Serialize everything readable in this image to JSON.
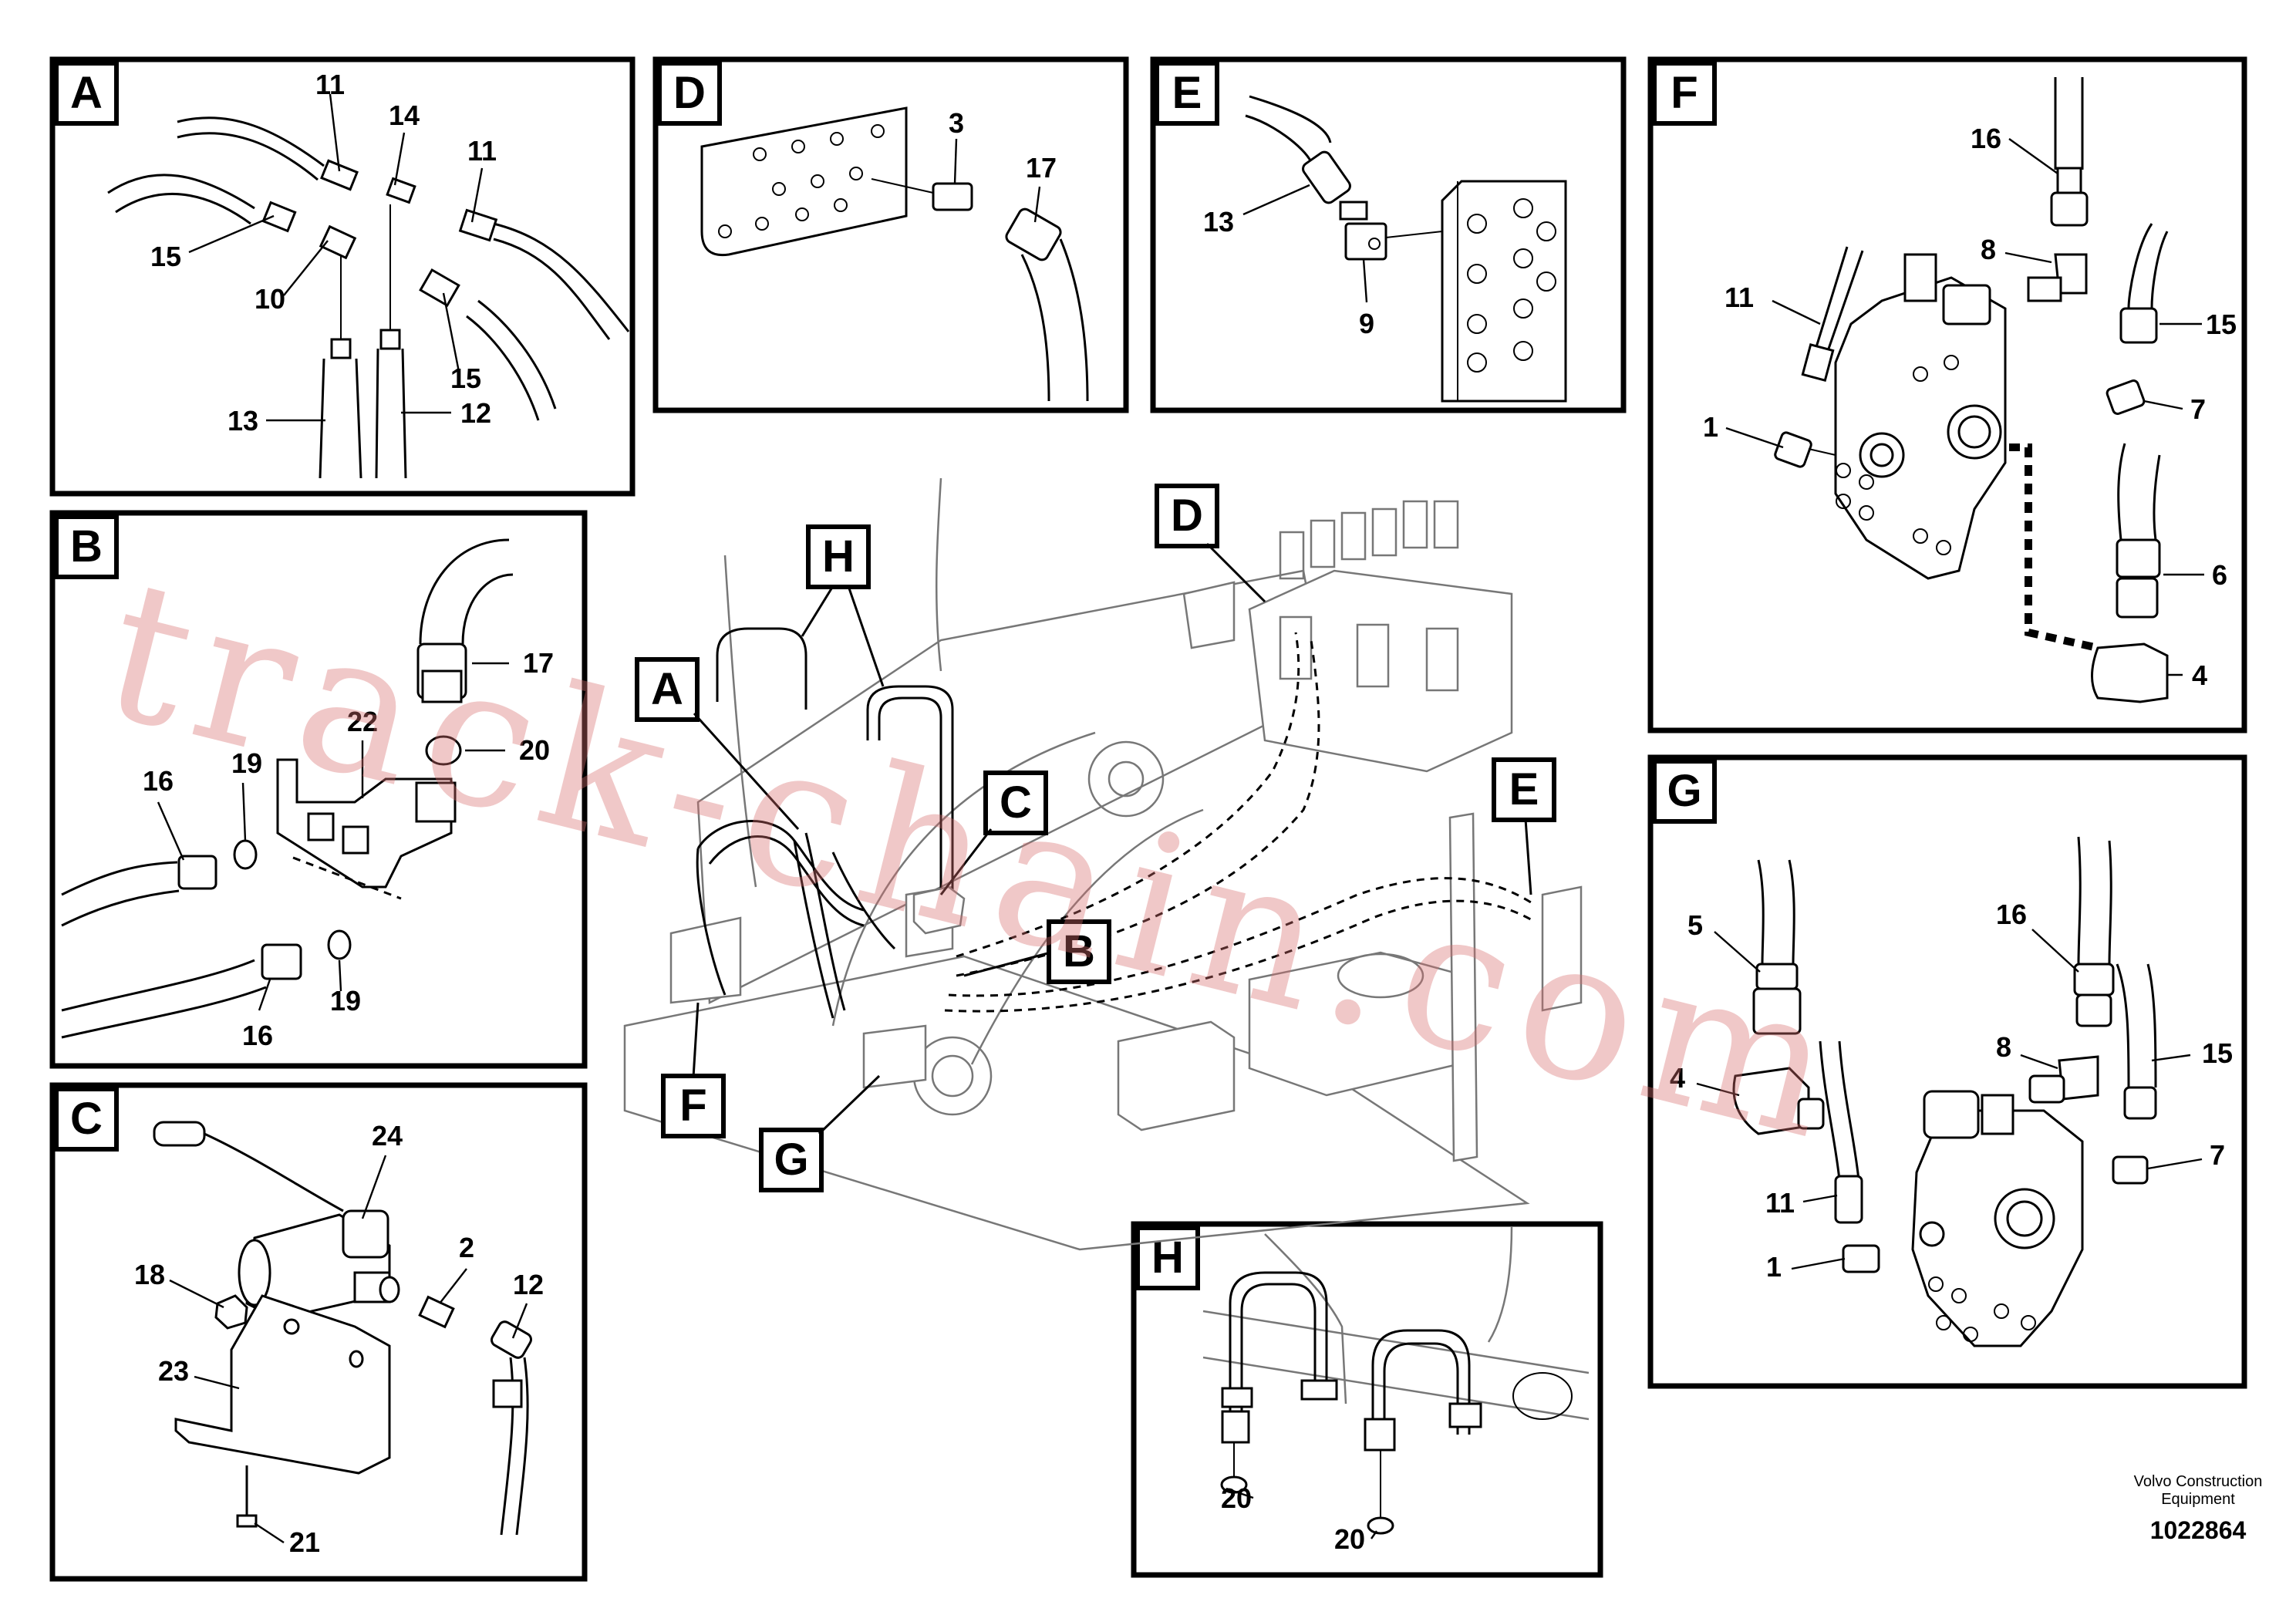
{
  "panels": {
    "A": {
      "tag": "A",
      "labels": {
        "l11a": "11",
        "l14": "14",
        "l11b": "11",
        "l15a": "15",
        "l10": "10",
        "l15b": "15",
        "l13": "13",
        "l12": "12"
      }
    },
    "B": {
      "tag": "B",
      "labels": {
        "l17": "17",
        "l20": "20",
        "l22": "22",
        "l16a": "16",
        "l19a": "19",
        "l19b": "19",
        "l16b": "16"
      }
    },
    "C": {
      "tag": "C",
      "labels": {
        "l24": "24",
        "l18": "18",
        "l2": "2",
        "l12": "12",
        "l23": "23",
        "l21": "21"
      }
    },
    "D": {
      "tag": "D",
      "labels": {
        "l3": "3",
        "l17": "17"
      }
    },
    "E": {
      "tag": "E",
      "labels": {
        "l13": "13",
        "l9": "9"
      }
    },
    "F": {
      "tag": "F",
      "labels": {
        "l16": "16",
        "l8": "8",
        "l11": "11",
        "l15": "15",
        "l7": "7",
        "l1": "1",
        "l6": "6",
        "l4": "4"
      }
    },
    "G": {
      "tag": "G",
      "labels": {
        "l5": "5",
        "l16": "16",
        "l8": "8",
        "l15": "15",
        "l4": "4",
        "l11": "11",
        "l7": "7",
        "l1": "1"
      }
    },
    "H": {
      "tag": "H",
      "labels": {
        "l20a": "20",
        "l20b": "20"
      }
    }
  },
  "overview_tags": {
    "A": "A",
    "B": "B",
    "C": "C",
    "D": "D",
    "E": "E",
    "F": "F",
    "G": "G",
    "H": "H"
  },
  "watermark": "track-chain.com",
  "credit": {
    "line1": "Volvo Construction",
    "line2": "Equipment",
    "number": "1022864"
  }
}
